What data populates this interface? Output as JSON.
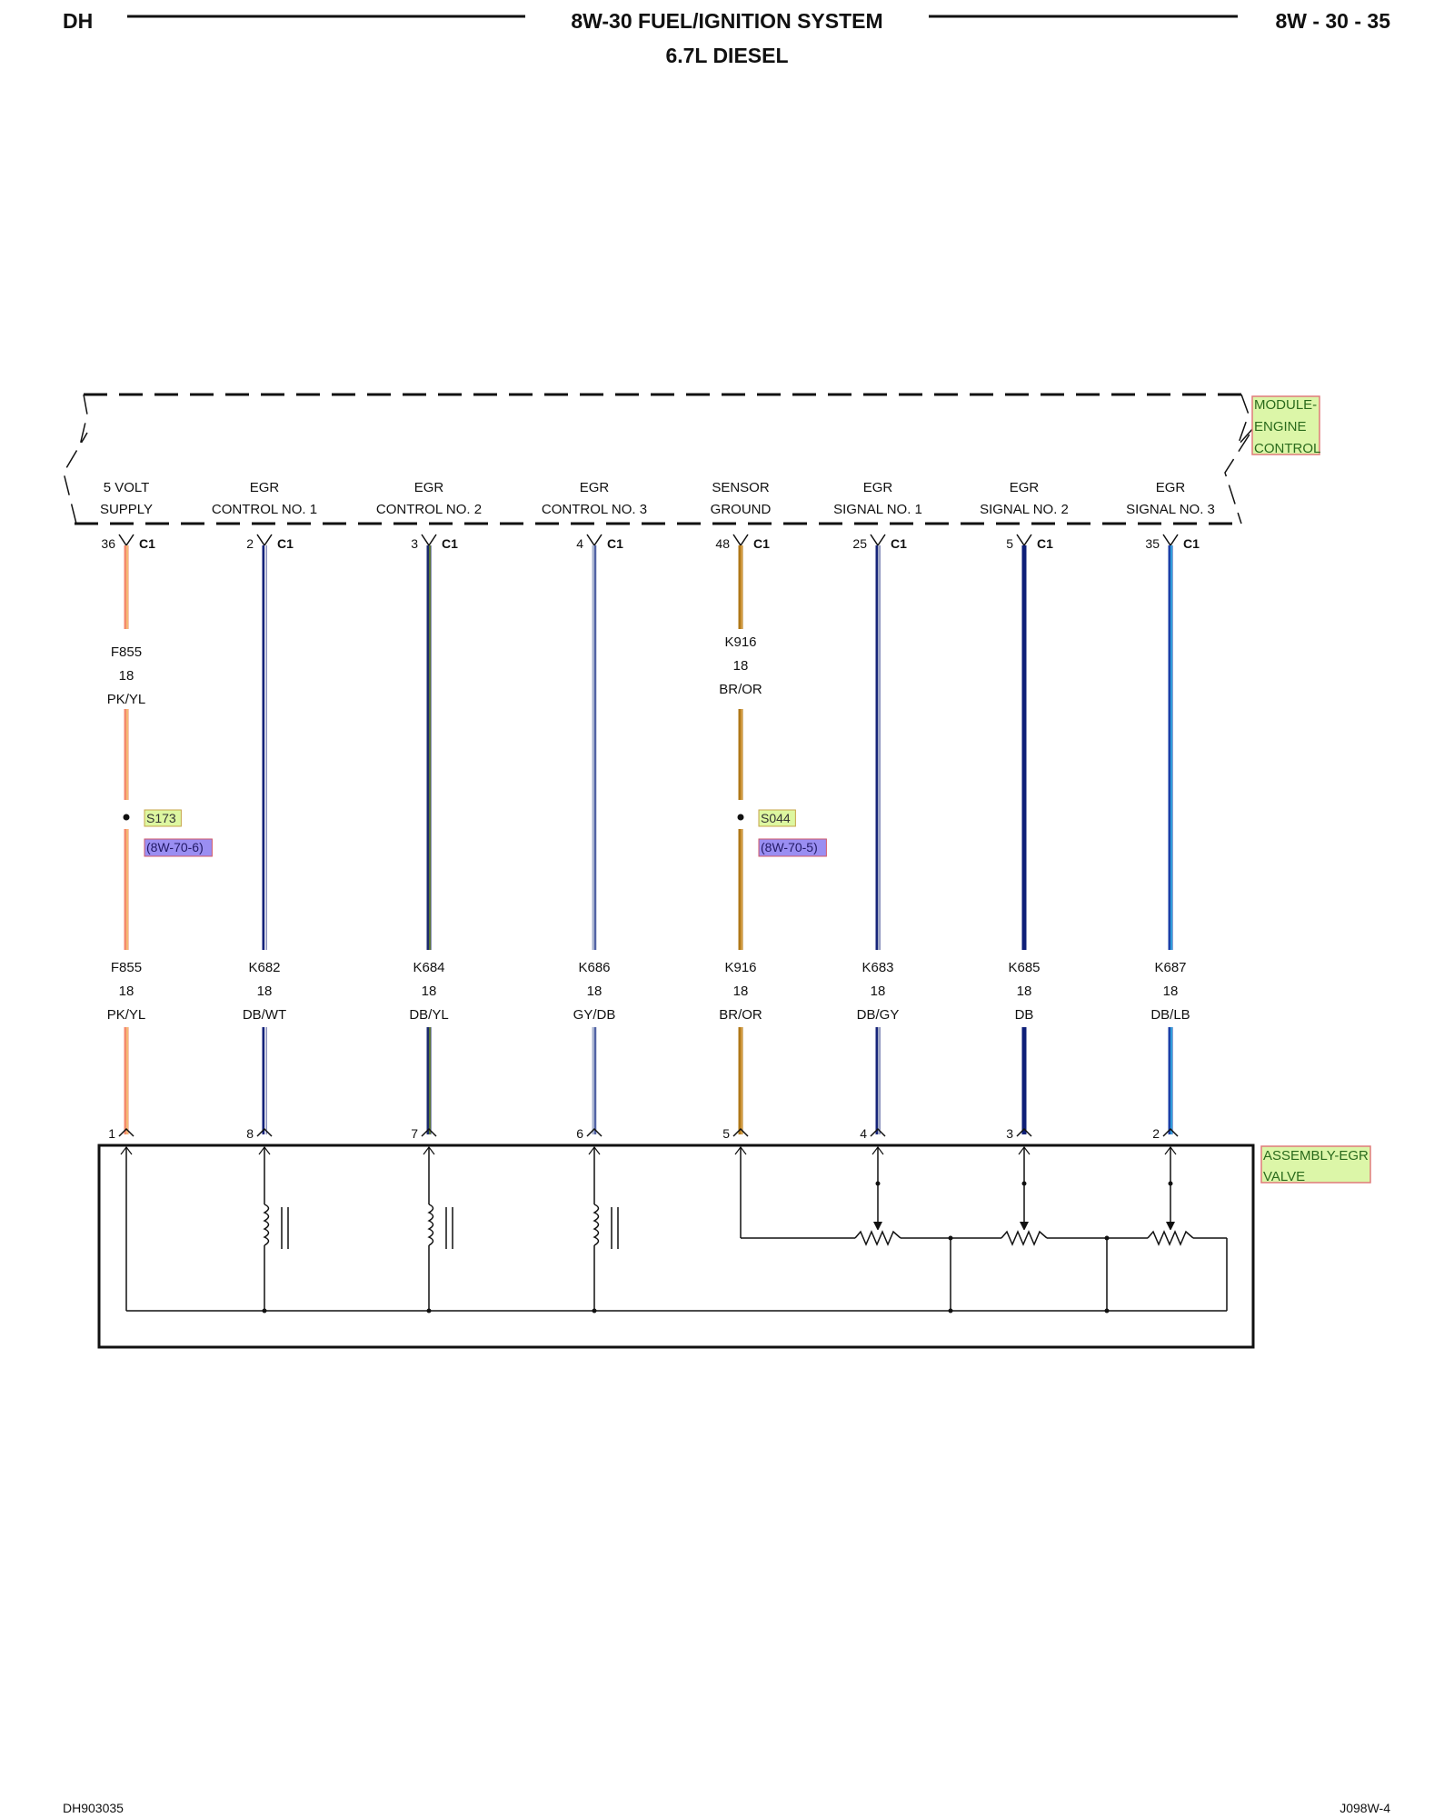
{
  "header": {
    "left": "DH",
    "title": "8W-30 FUEL/IGNITION SYSTEM",
    "subtitle": "6.7L DIESEL",
    "right": "8W - 30 - 35"
  },
  "module": {
    "label_lines": [
      "MODULE-",
      "ENGINE",
      "CONTROL"
    ]
  },
  "assembly": {
    "label_lines": [
      "ASSEMBLY-EGR",
      "VALVE"
    ]
  },
  "circuits": [
    {
      "func1": "5 VOLT",
      "func2": "SUPPLY",
      "pin_top": "36",
      "conn": "C1",
      "upper": [
        "F855",
        "18",
        "PK/YL"
      ],
      "lower": [
        "F855",
        "18",
        "PK/YL"
      ],
      "pin_bottom": "1",
      "color": "#f48a6c",
      "stripe": "#f4c77a",
      "splice": "S173",
      "splice_ref": "(8W-70-6)"
    },
    {
      "func1": "EGR",
      "func2": "CONTROL NO. 1",
      "pin_top": "2",
      "conn": "C1",
      "upper": null,
      "lower": [
        "K682",
        "18",
        "DB/WT"
      ],
      "pin_bottom": "8",
      "color": "#14227a",
      "stripe": "#ffffff",
      "splice": null,
      "splice_ref": null
    },
    {
      "func1": "EGR",
      "func2": "CONTROL NO. 2",
      "pin_top": "3",
      "conn": "C1",
      "upper": null,
      "lower": [
        "K684",
        "18",
        "DB/YL"
      ],
      "pin_bottom": "7",
      "color": "#1b2a6e",
      "stripe": "#6c8a2a",
      "splice": null,
      "splice_ref": null
    },
    {
      "func1": "EGR",
      "func2": "CONTROL NO. 3",
      "pin_top": "4",
      "conn": "C1",
      "upper": null,
      "lower": [
        "K686",
        "18",
        "GY/DB"
      ],
      "pin_bottom": "6",
      "color": "#a7b2cf",
      "stripe": "#3d4f9a",
      "splice": null,
      "splice_ref": null
    },
    {
      "func1": "SENSOR",
      "func2": "GROUND",
      "pin_top": "48",
      "conn": "C1",
      "upper": [
        "K916",
        "18",
        "BR/OR"
      ],
      "lower": [
        "K916",
        "18",
        "BR/OR"
      ],
      "pin_bottom": "5",
      "color": "#b07818",
      "stripe": "#d9a24a",
      "splice": "S044",
      "splice_ref": "(8W-70-5)"
    },
    {
      "func1": "EGR",
      "func2": "SIGNAL NO. 1",
      "pin_top": "25",
      "conn": "C1",
      "upper": null,
      "lower": [
        "K683",
        "18",
        "DB/GY"
      ],
      "pin_bottom": "4",
      "color": "#17257a",
      "stripe": "#c3c8d8",
      "splice": null,
      "splice_ref": null
    },
    {
      "func1": "EGR",
      "func2": "SIGNAL NO. 2",
      "pin_top": "5",
      "conn": "C1",
      "upper": null,
      "lower": [
        "K685",
        "18",
        "DB"
      ],
      "pin_bottom": "3",
      "color": "#0e1f78",
      "stripe": "#0e1f78",
      "splice": null,
      "splice_ref": null
    },
    {
      "func1": "EGR",
      "func2": "SIGNAL NO. 3",
      "pin_top": "35",
      "conn": "C1",
      "upper": null,
      "lower": [
        "K687",
        "18",
        "DB/LB"
      ],
      "pin_bottom": "2",
      "color": "#1a3fa8",
      "stripe": "#38b6e6",
      "splice": null,
      "splice_ref": null
    }
  ],
  "footer": {
    "left": "DH903035",
    "right": "J098W-4"
  },
  "colors": {
    "component_label_bg": "#dcf6a8",
    "component_label_border": "#e07a7a",
    "splice_bg": "#ddf7a0",
    "ref_bg": "#9a8ef2"
  }
}
